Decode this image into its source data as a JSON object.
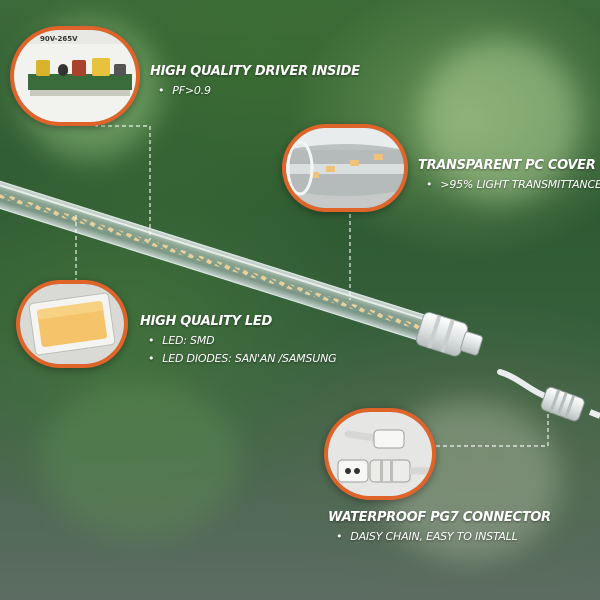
{
  "callouts": {
    "driver": {
      "title": "HIGH QUALITY DRIVER INSIDE",
      "bullets": [
        "PF>0.9"
      ],
      "voltage_label": "90V-265V"
    },
    "cover": {
      "title": "TRANSPARENT PC COVER",
      "bullets": [
        ">95% LIGHT TRANSMITTANCE"
      ]
    },
    "led": {
      "title": "HIGH QUALITY LED",
      "bullets": [
        "LED: SMD",
        "LED DIODES: SAN'AN /SAMSUNG"
      ]
    },
    "connector": {
      "title": "WATERPROOF PG7 CONNECTOR",
      "bullets": [
        "DAISY CHAIN, EASY TO INSTALL"
      ]
    }
  },
  "colors": {
    "accent_ring": "#e0632a",
    "led_chip": "#f5c46a",
    "background": "#2e5a32",
    "text": "#ffffff"
  }
}
